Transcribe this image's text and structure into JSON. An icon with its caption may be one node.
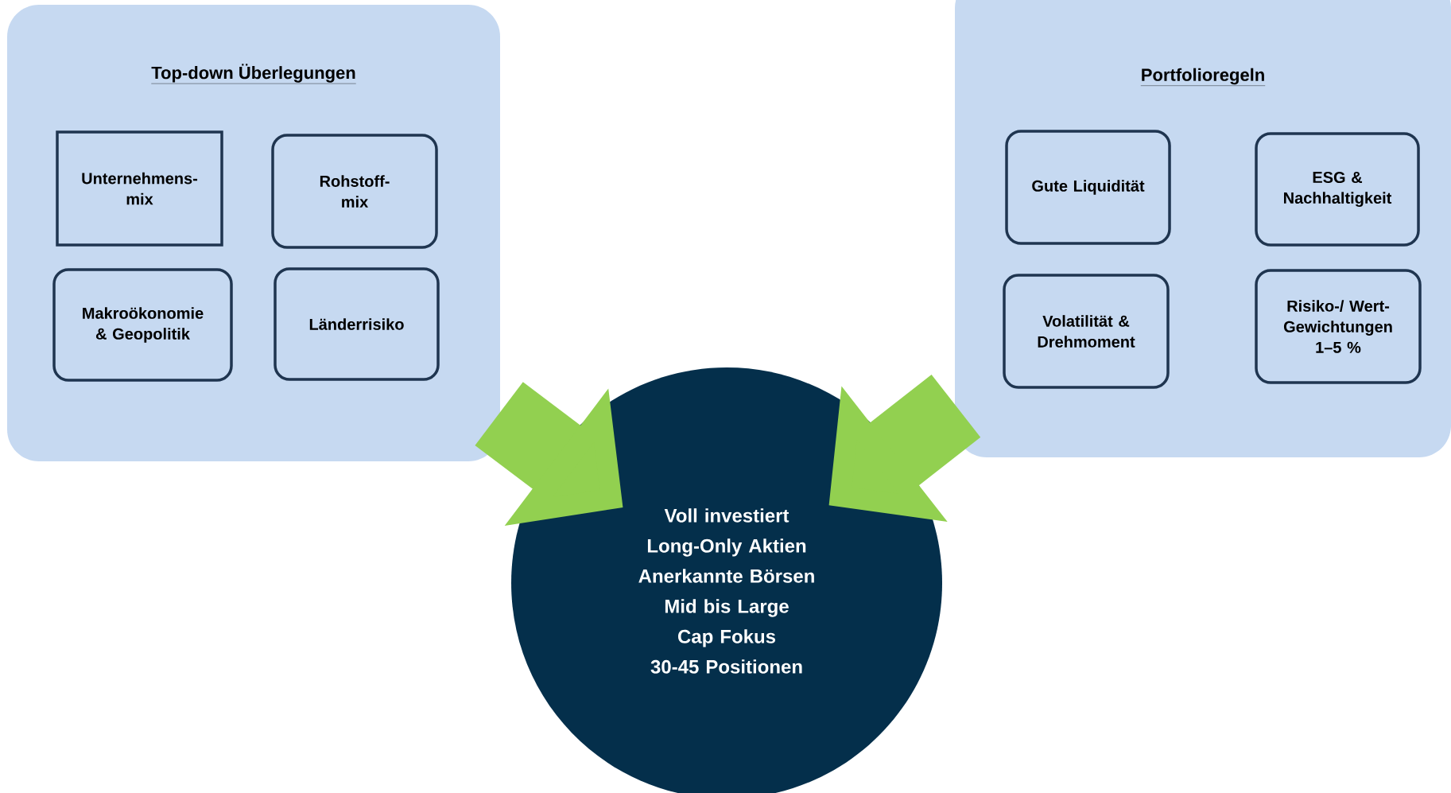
{
  "diagram": {
    "nodes": [
      {
        "text": [
          "Top-down Überlegungen"
        ]
      },
      {
        "text": [
          "Unternehmens- mix"
        ],
        "in": 0
      },
      {
        "text": [
          "Rohstoff- mix"
        ],
        "in": 0
      },
      {
        "text": [
          "Makroökonomie & Geopolitik"
        ],
        "in": 0
      },
      {
        "text": [
          "Länderrisiko"
        ],
        "in": 0
      },
      {
        "text": [
          "Portfolioregeln"
        ]
      },
      {
        "text": [
          "Gute Liquidität"
        ],
        "in": 5
      },
      {
        "text": [
          "ESG & Nachhaltigkeit"
        ],
        "in": 5
      },
      {
        "text": [
          "Volatilität & Drehmoment"
        ],
        "in": 5
      },
      {
        "text": [
          "Risiko-/ Wert- Gewichtungen 1–5 %"
        ],
        "in": 5
      },
      {
        "text": [
          "Voll investiert",
          "Long-Only Aktien",
          "Anerkannte Börsen",
          "Mid bis Large Cap Fokus",
          "30-45 Positionen"
        ]
      }
    ],
    "edges": [
      {
        "from": 0,
        "to": 10,
        "arrow": "to"
      },
      {
        "from": 5,
        "to": 10,
        "arrow": "to"
      }
    ]
  }
}
